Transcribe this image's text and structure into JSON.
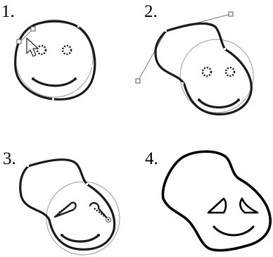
{
  "steps": [
    {
      "label": "1."
    },
    {
      "label": "2."
    },
    {
      "label": "3."
    },
    {
      "label": "4."
    }
  ]
}
